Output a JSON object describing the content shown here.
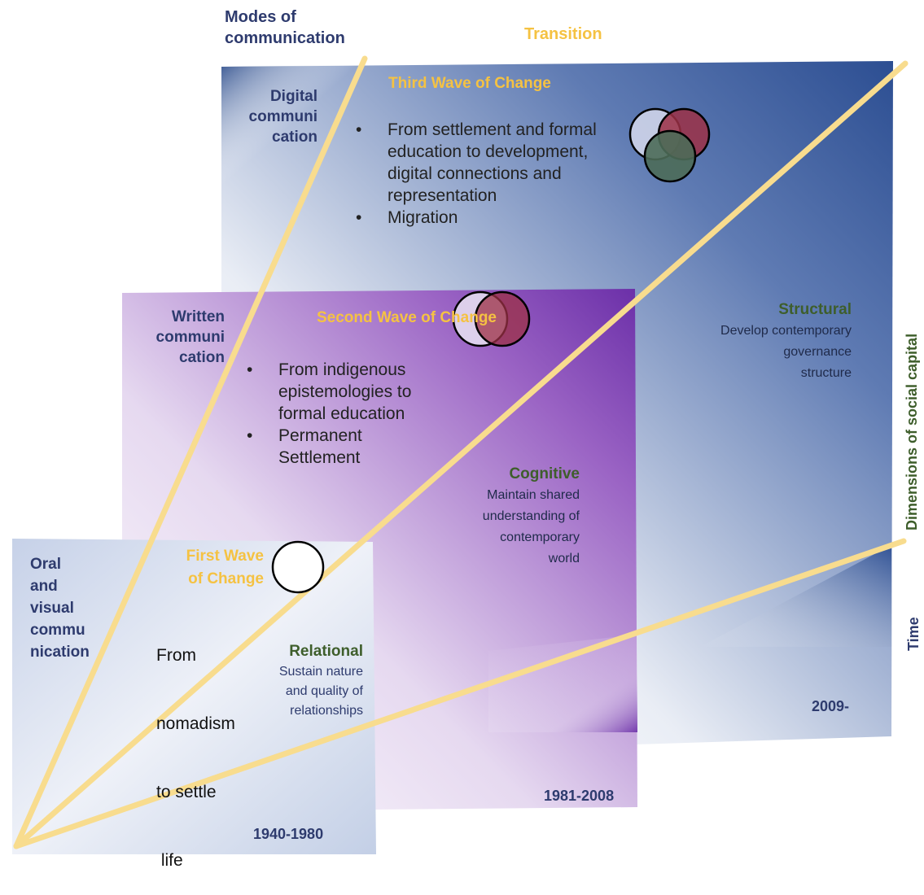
{
  "header": {
    "modes_of_communication": [
      "Modes of",
      "communication"
    ],
    "transition": "Transition"
  },
  "panels": {
    "third": {
      "mode_label": [
        "Digital",
        "communi",
        "cation"
      ],
      "title": "Third Wave of Change",
      "bullets": [
        "From settlement and formal education to development, digital connections and representation",
        "Migration"
      ],
      "years": "2009-"
    },
    "second": {
      "mode_label": [
        "Written",
        "communi",
        "cation"
      ],
      "title": "Second Wave of Change",
      "bullets": [
        "From indigenous epistemologies to formal education",
        "Permanent Settlement"
      ],
      "years": "1981-2008"
    },
    "first": {
      "mode_label": [
        "Oral",
        "and",
        "visual",
        "commu",
        "nication"
      ],
      "title": [
        "First Wave",
        "of Change"
      ],
      "description": [
        "From",
        "nomadism",
        "to settle",
        " life"
      ],
      "years": "1940-1980"
    }
  },
  "dimensions": {
    "structural": {
      "title": "Structural",
      "desc": [
        "Develop contemporary",
        "governance",
        "structure"
      ]
    },
    "cognitive": {
      "title": "Cognitive",
      "desc": [
        "Maintain shared",
        "understanding of",
        "contemporary",
        "world"
      ]
    },
    "relational": {
      "title": "Relational",
      "desc": [
        "Sustain nature",
        "and quality of",
        "relationships"
      ]
    }
  },
  "axes": {
    "vertical_label": "Dimensions of social capital",
    "time_label": "Time"
  },
  "colors": {
    "navy": "#2e3b6e",
    "gold": "#f5c242",
    "ray": "#f8dc8e",
    "green": "#3e5e2b",
    "blue_panel": "#2c4e92",
    "purple_panel": "#6b2fa8",
    "light_panel": "#c6d1e8",
    "circle_red": "#9c3045",
    "circle_green": "#4d6b58",
    "circle_light": "#d6d9ec"
  }
}
